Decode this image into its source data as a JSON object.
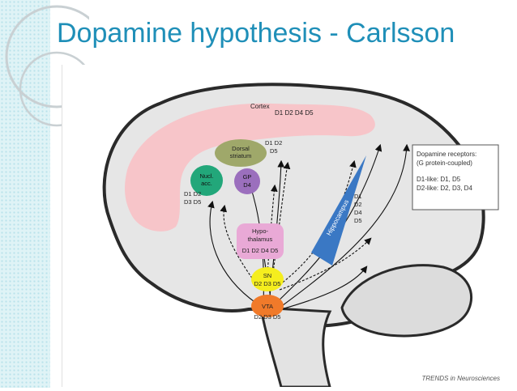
{
  "slide": {
    "title": "Dopamine hypothesis - Carlsson 2000",
    "credit": "TRENDS in Neurosciences"
  },
  "diagram": {
    "cortex": {
      "name": "Cortex",
      "receptors": "D1 D2 D4 D5"
    },
    "dorsal_striatum": {
      "line1": "Dorsal",
      "line2": "striatum",
      "receptors_line1": "D1 D2",
      "receptors_line2": "D5"
    },
    "nucl_acc": {
      "line1": "Nucl.",
      "line2": "acc.",
      "receptors_line1": "D1 D2",
      "receptors_line2": "D3 D5"
    },
    "gp": {
      "name": "GP",
      "receptors": "D4"
    },
    "hypothalamus": {
      "line1": "Hypo-",
      "line2": "thalamus",
      "receptors": "D1 D2 D4 D5"
    },
    "hippocampus": {
      "name": "Hippocampus",
      "r1": "D1",
      "r2": "D2",
      "r3": "D4",
      "r4": "D5"
    },
    "sn": {
      "name": "SN",
      "receptors": "D2 D3 D5"
    },
    "vta": {
      "name": "VTA",
      "receptors": "D2 D3 D5"
    },
    "legend": {
      "line1": "Dopamine receptors:",
      "line2": "(G protein-coupled)",
      "line3": "D1-like: D1, D5",
      "line4": "D2-like: D2, D3, D4"
    }
  },
  "colors": {
    "title": "#1f8fb8",
    "cortex": "#f7c5c9",
    "dorsal_striatum": "#9fa86a",
    "nucl_acc": "#22a77a",
    "gp": "#9b6fbd",
    "hypothalamus": "#e9a9d6",
    "hippocampus": "#3a78c4",
    "sn": "#f5ee1e",
    "vta": "#f07a2a"
  }
}
